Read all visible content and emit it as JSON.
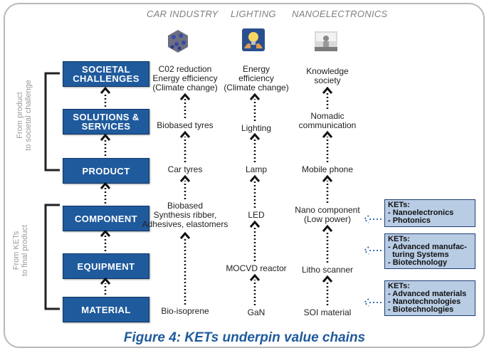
{
  "columns": [
    "CAR INDUSTRY",
    "LIGHTING",
    "NANOELECTRONICS"
  ],
  "icons": [
    "molecule-icon",
    "lightbulb-hands-icon",
    "cleanroom-icon"
  ],
  "levels": [
    "SOCIETAL\nCHALLENGES",
    "SOLUTIONS &\nSERVICES",
    "PRODUCT",
    "COMPONENT",
    "EQUIPMENT",
    "MATERIAL"
  ],
  "car": [
    "C02 reduction\nEnergy efficiency\n(Climate change)",
    "Biobased tyres",
    "Car tyres",
    "Biobased\nSynthesis ribber,\nAdhesives, elastomers",
    "",
    "Bio-isoprene"
  ],
  "lighting": [
    "Energy\nefficiency\n(Climate change)",
    "Lighting",
    "Lamp",
    "LED",
    "MOCVD reactor",
    "GaN"
  ],
  "nano": [
    "Knowledge\nsociety",
    "Nomadic\ncommunication",
    "Mobile phone",
    "Nano component\n(Low power)",
    "Litho scanner",
    "SOI material"
  ],
  "side_labels": {
    "upper": "From product\nto societal challenge",
    "lower": "From KETs\nto final product"
  },
  "kets": [
    {
      "title": "KETs:",
      "items": [
        "- Nanoelectronics",
        "- Photonics"
      ]
    },
    {
      "title": "KETs:",
      "items": [
        "- Advanced manufac-",
        "  turing Systems",
        "- Biotechnology"
      ]
    },
    {
      "title": "KETs:",
      "items": [
        "- Advanced materials",
        "- Nanotechnologies",
        "- Biotechnologies"
      ]
    }
  ],
  "caption": "Figure 4: KETs underpin value chains",
  "colors": {
    "box": "#1f5a9c",
    "ket_fill": "#b8cce4",
    "caption": "#1f5a9c",
    "arrow_blue": "#3a6fb0"
  }
}
